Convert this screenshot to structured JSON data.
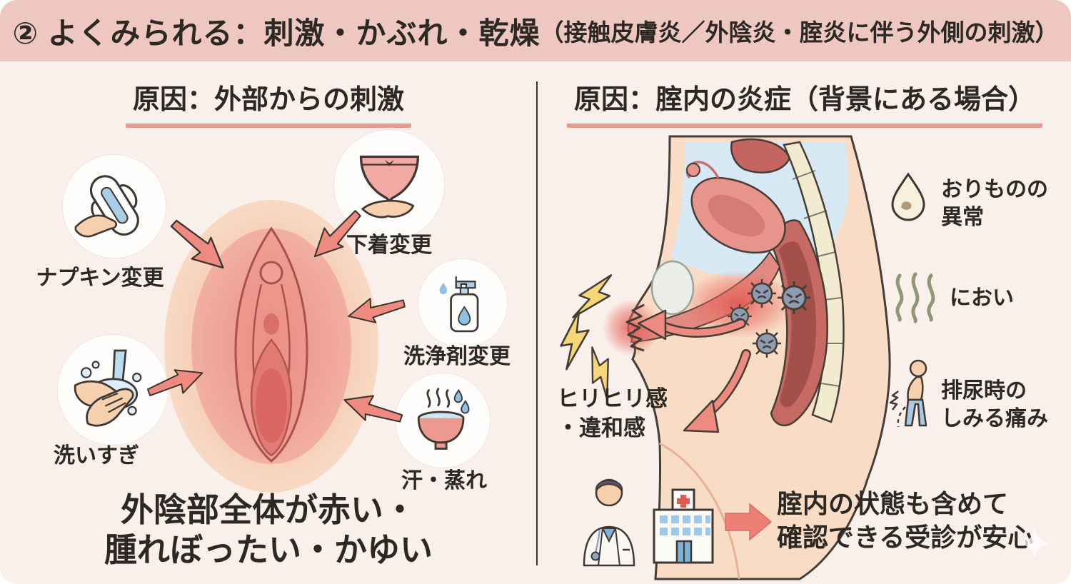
{
  "title": {
    "main": "② よくみられる：刺激・かぶれ・乾燥",
    "paren": "（接触皮膚炎／外陰炎・腟炎に伴う外側の刺激）"
  },
  "left_panel": {
    "header": "原因：外部からの刺激",
    "causes": [
      {
        "label": "ナプキン変更",
        "icon": "sanitary-napkin-icon"
      },
      {
        "label": "下着変更",
        "icon": "underwear-icon"
      },
      {
        "label": "洗浄剤変更",
        "icon": "soap-pump-bottle-icon"
      },
      {
        "label": "洗いすぎ",
        "icon": "hand-washing-icon"
      },
      {
        "label": "汗・蒸れ",
        "icon": "steaming-bowl-icon"
      }
    ],
    "result": {
      "line1": "外陰部全体が赤い・",
      "line2": "腫れぼったい・かゆい"
    }
  },
  "right_panel": {
    "header": "原因：腟内の炎症（背景にある場合）",
    "pain": {
      "line1": "ヒリヒリ感",
      "line2": "・違和感"
    },
    "symptoms": [
      {
        "line1": "おりものの",
        "line2": "異常",
        "icon": "discharge-drop-icon"
      },
      {
        "line1": "におい",
        "line2": "",
        "icon": "odor-waves-icon"
      },
      {
        "line1": "排尿時の",
        "line2": "しみる痛み",
        "icon": "urination-pain-icon"
      }
    ],
    "advice": {
      "line1": "腟内の状態も含めて",
      "line2": "確認できる受診が安心"
    }
  },
  "colors": {
    "title_bar": "#eec8c0",
    "panel_background": "#f9efeb",
    "header_underline": "#e59a8e",
    "arrow_pink": "#ee8a80",
    "lightning_yellow": "#f6d678",
    "inflammation_red": "#e2564c",
    "germ_gray": "#8d9cb0",
    "cavity_blue": "#d6e9f4",
    "skin": "#f8dcc5",
    "text": "#2c2824"
  }
}
